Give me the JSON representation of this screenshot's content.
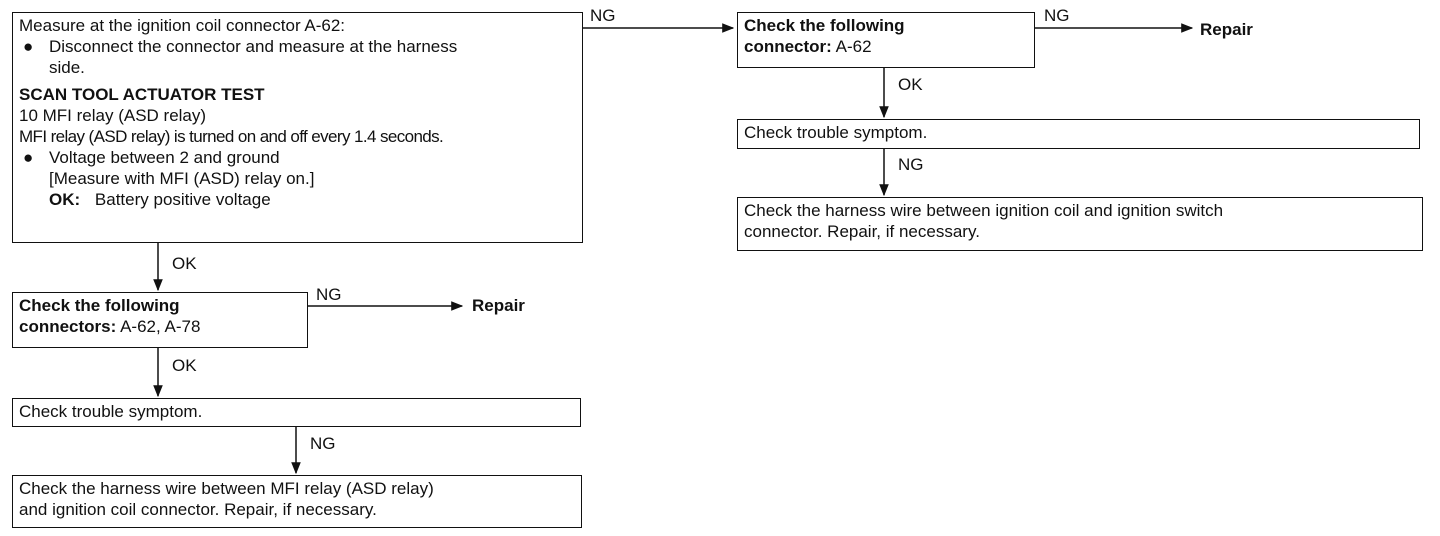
{
  "box1": {
    "title": "Measure at the ignition coil connector A-62:",
    "bullet1": "Disconnect the connector and measure at the harness",
    "bullet1_cont": "side.",
    "heading": "SCAN TOOL ACTUATOR TEST",
    "line_relay": "10 MFI relay (ASD relay)",
    "line_cycle": "MFI relay (ASD relay) is turned on and off every 1.4 seconds.",
    "bullet2": "Voltage between 2 and ground",
    "bullet2_sub": "[Measure with MFI (ASD) relay on.]",
    "ok_label": "OK:",
    "ok_value": "Battery positive voltage"
  },
  "box2": {
    "line1": "Check the following",
    "line2_bold": "connectors:",
    "line2_rest": "A-62, A-78"
  },
  "box3": {
    "text": "Check trouble symptom."
  },
  "box4": {
    "line1": "Check the harness wire between MFI relay (ASD relay)",
    "line2": "and ignition coil connector. Repair, if necessary."
  },
  "box5": {
    "line1": "Check the following",
    "line2_bold": "connector:",
    "line2_rest": "A-62"
  },
  "box6": {
    "text": "Check trouble symptom."
  },
  "box7": {
    "line1": "Check the harness wire between ignition coil and ignition switch",
    "line2": "connector. Repair, if necessary."
  },
  "labels": {
    "ng_box1": "NG",
    "ok_box1": "OK",
    "ng_box2": "NG",
    "ok_box2": "OK",
    "ng_box3": "NG",
    "ng_box5": "NG",
    "ok_box5": "OK",
    "ng_box6": "NG"
  },
  "repair_box2": "Repair",
  "repair_box5": "Repair",
  "bullet_glyph": "●"
}
